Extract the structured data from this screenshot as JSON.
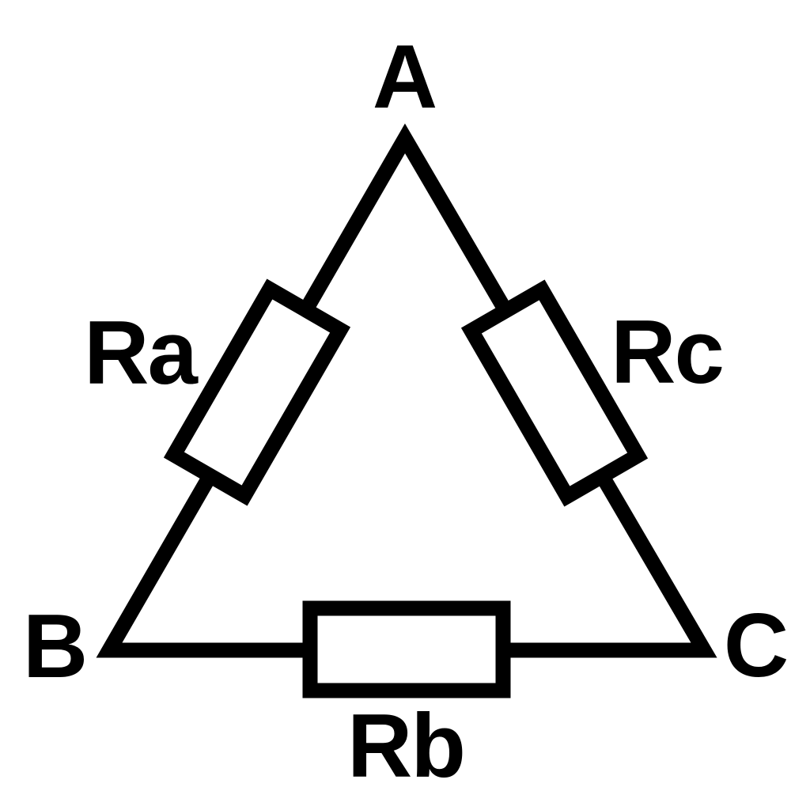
{
  "diagram": {
    "type": "delta-resistor-network",
    "description": "Delta (triangle) connection of three resistors between nodes A, B and C",
    "colors": {
      "background": "#ffffff",
      "line": "#000000",
      "resistor_fill": "#ffffff"
    },
    "nodes": [
      {
        "id": "A",
        "label": "A",
        "position": "top"
      },
      {
        "id": "B",
        "label": "B",
        "position": "bottom-left"
      },
      {
        "id": "C",
        "label": "C",
        "position": "bottom-right"
      }
    ],
    "resistors": [
      {
        "id": "Ra",
        "label": "Ra",
        "edge": "A-B",
        "position": "left"
      },
      {
        "id": "Rb",
        "label": "Rb",
        "edge": "B-C",
        "position": "bottom"
      },
      {
        "id": "Rc",
        "label": "Rc",
        "edge": "A-C",
        "position": "right"
      }
    ]
  }
}
